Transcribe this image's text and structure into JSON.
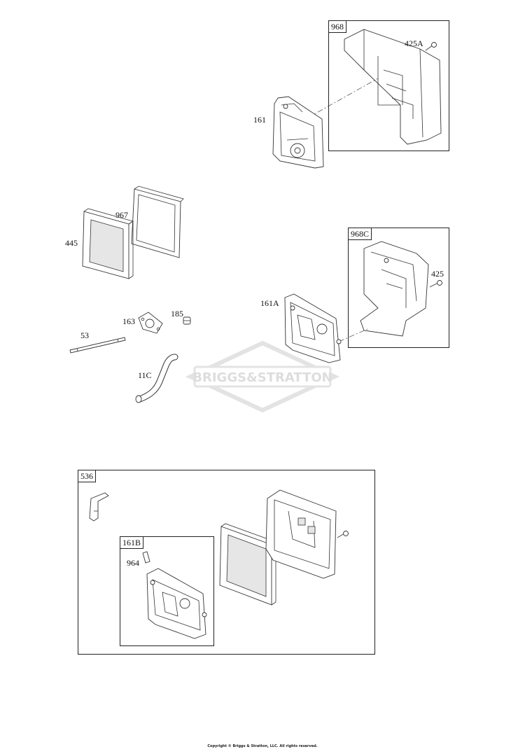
{
  "callouts": {
    "c968": "968",
    "c425A": "425A",
    "c161": "161",
    "c967": "967",
    "c445": "445",
    "c968C": "968C",
    "c425": "425",
    "c161A": "161A",
    "c185": "185",
    "c163": "163",
    "c53": "53",
    "c11C": "11C",
    "c536": "536",
    "c161B": "161B",
    "c964": "964"
  },
  "watermark": {
    "brand": "BRIGGS&STRATTON",
    "color": "#e3e3e3"
  },
  "footer": {
    "copyright": "Copyright © Briggs & Stratton, LLC. All rights reserved."
  }
}
